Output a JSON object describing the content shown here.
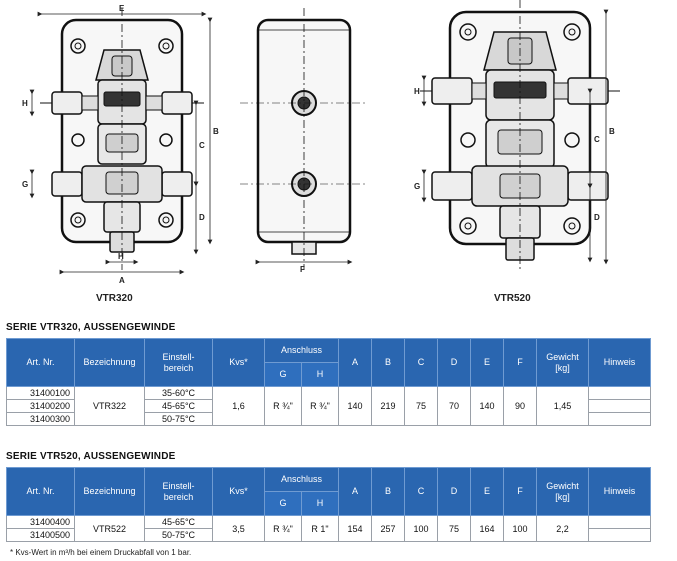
{
  "drawings": {
    "vtr320_caption": "VTR320",
    "vtr520_caption": "VTR520",
    "dims": {
      "E": "E",
      "H": "H",
      "G": "G",
      "A": "A",
      "B": "B",
      "C": "C",
      "D": "D",
      "F": "F"
    }
  },
  "table1": {
    "title": "SERIE VTR320, AUSSENGEWINDE",
    "headers": {
      "art": "Art. Nr.",
      "bez": "Bezeichnung",
      "einstell": "Einstell-\nbereich",
      "kvs": "Kvs*",
      "anschluss": "Anschluss",
      "g": "G",
      "h": "H",
      "a": "A",
      "b": "B",
      "c": "C",
      "d": "D",
      "e": "E",
      "f": "F",
      "gewicht": "Gewicht\n[kg]",
      "hinweis": "Hinweis"
    },
    "rows": [
      {
        "art": "31400100",
        "bereich": "35-60°C"
      },
      {
        "art": "31400200",
        "bereich": "45-65°C"
      },
      {
        "art": "31400300",
        "bereich": "50-75°C"
      }
    ],
    "shared": {
      "bez": "VTR322",
      "kvs": "1,6",
      "g": "R ¾\"",
      "h": "R ¾\"",
      "a": "140",
      "b": "219",
      "c": "75",
      "d": "70",
      "e": "140",
      "f": "90",
      "gewicht": "1,45"
    }
  },
  "table2": {
    "title": "SERIE VTR520, AUSSENGEWINDE",
    "headers": {
      "art": "Art. Nr.",
      "bez": "Bezeichnung",
      "einstell": "Einstell-\nbereich",
      "kvs": "Kvs*",
      "anschluss": "Anschluss",
      "g": "G",
      "h": "H",
      "a": "A",
      "b": "B",
      "c": "C",
      "d": "D",
      "e": "E",
      "f": "F",
      "gewicht": "Gewicht\n[kg]",
      "hinweis": "Hinweis"
    },
    "rows": [
      {
        "art": "31400400",
        "bereich": "45-65°C"
      },
      {
        "art": "31400500",
        "bereich": "50-75°C"
      }
    ],
    "shared": {
      "bez": "VTR522",
      "kvs": "3,5",
      "g": "R ¾\"",
      "h": "R 1\"",
      "a": "154",
      "b": "257",
      "c": "100",
      "d": "75",
      "e": "164",
      "f": "100",
      "gewicht": "2,2"
    }
  },
  "footnote": "* Kvs-Wert in m³/h bei einem Druckabfall von 1 bar."
}
